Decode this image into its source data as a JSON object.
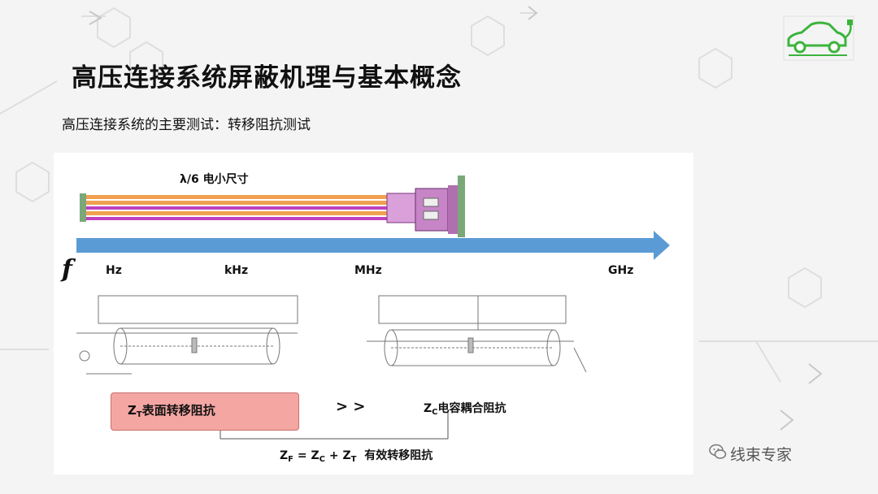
{
  "title": "高压连接系统屏蔽机理与基本概念",
  "subtitle": "高压连接系统的主要测试：转移阻抗测试",
  "diagram": {
    "lambda_label": "λ/6 电小尺寸",
    "f_symbol": "f",
    "freq_labels": [
      "Hz",
      "kHz",
      "MHz",
      "GHz"
    ],
    "zt_label": "表面转移阻抗",
    "zt_symbol": "Z",
    "zt_sub": "T",
    "compare": "> >",
    "zc_symbol": "Z",
    "zc_sub": "C",
    "zc_label": "电容耦合阻抗",
    "zf_formula": {
      "lhs": "Z",
      "lhs_sub": "F",
      "eq": " = ",
      "a": "Z",
      "a_sub": "C",
      "plus": " + ",
      "b": "Z",
      "b_sub": "T",
      "desc": "有效转移阻抗"
    }
  },
  "watermark": "线束专家",
  "colors": {
    "arrow": "#5b9bd5",
    "cable_orange": "#f0a050",
    "cable_magenta": "#c040c0",
    "end_green": "#7aa878",
    "zt_fill": "#f4a6a3",
    "logo_green": "#3cb43c"
  },
  "icons": [
    "ev-car-logo-icon",
    "wechat-icon"
  ]
}
